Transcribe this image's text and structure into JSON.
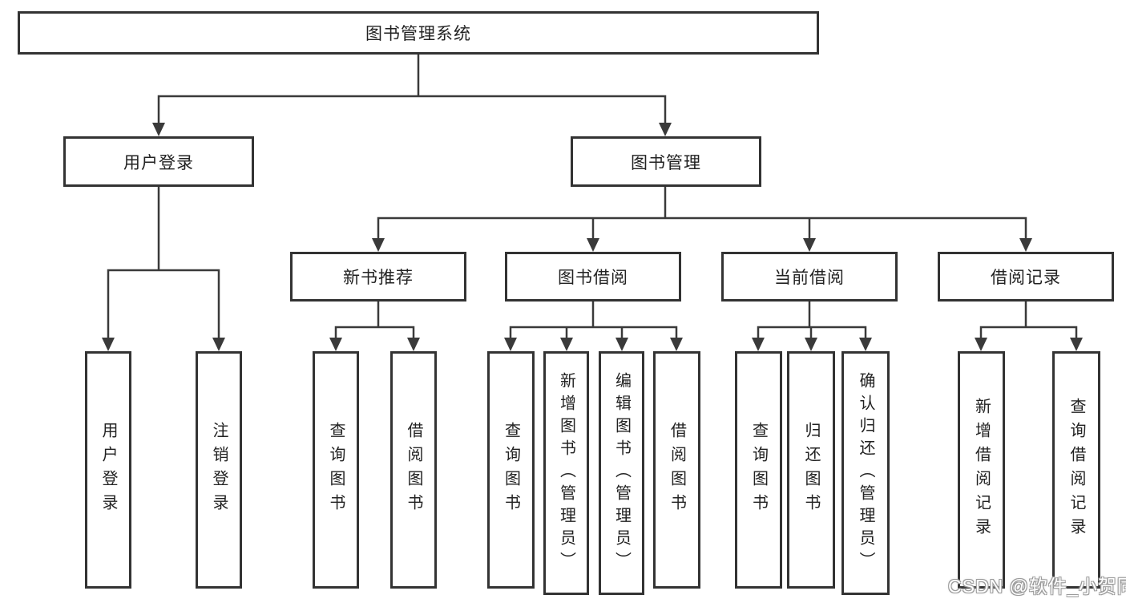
{
  "diagram": {
    "title": "图书管理系统",
    "children": [
      {
        "label": "用户登录",
        "children": [
          {
            "label": "用户登录"
          },
          {
            "label": "注销登录"
          }
        ]
      },
      {
        "label": "图书管理",
        "children": [
          {
            "label": "新书推荐",
            "children": [
              {
                "label": "查询图书"
              },
              {
                "label": "借阅图书"
              }
            ]
          },
          {
            "label": "图书借阅",
            "children": [
              {
                "label": "查询图书"
              },
              {
                "label": "新增图书（管理员）"
              },
              {
                "label": "编辑图书（管理员）"
              },
              {
                "label": "借阅图书"
              }
            ]
          },
          {
            "label": "当前借阅",
            "children": [
              {
                "label": "查询图书"
              },
              {
                "label": "归还图书"
              },
              {
                "label": "确认归还（管理员）"
              }
            ]
          },
          {
            "label": "借阅记录",
            "children": [
              {
                "label": "新增借阅记录"
              },
              {
                "label": "查询借阅记录"
              }
            ]
          }
        ]
      }
    ]
  },
  "watermark": {
    "text": "CSDN @软件_小贺同学"
  },
  "colors": {
    "background": "#ffffff",
    "line": "#3a3a3a",
    "box_border": "#333333",
    "text": "#222222",
    "watermark_fill": "#ffffff",
    "watermark_outline": "#9b9b9b"
  }
}
